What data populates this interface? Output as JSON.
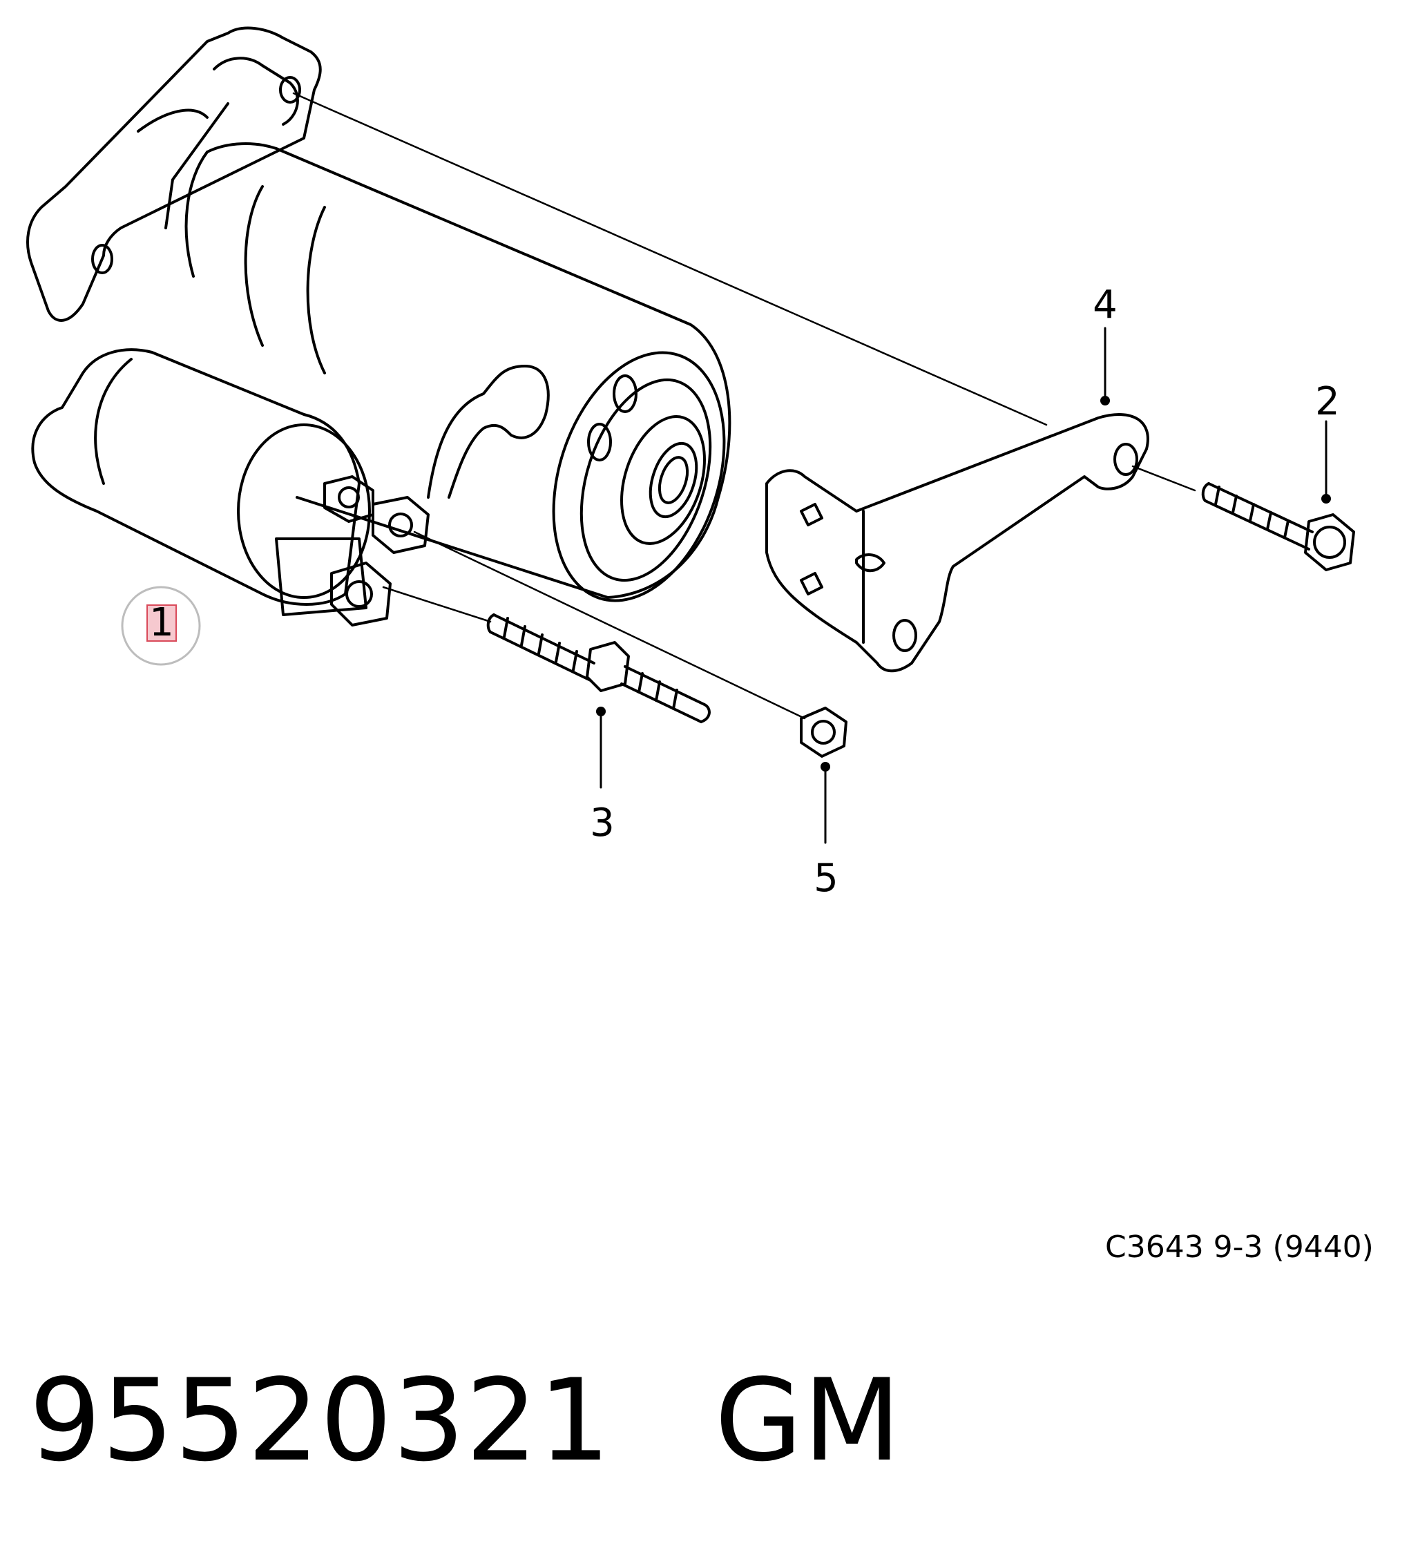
{
  "callouts": {
    "c1": "1",
    "c2": "2",
    "c3": "3",
    "c4": "4",
    "c5": "5"
  },
  "reference_code": "C3643 9-3 (9440)",
  "part_number": "95520321",
  "manufacturer": "GM",
  "colors": {
    "line": "#000000",
    "highlight_fill": "#f6c9cf",
    "highlight_stroke": "#d94a5a",
    "callout_circle": "#bdbdbd"
  }
}
